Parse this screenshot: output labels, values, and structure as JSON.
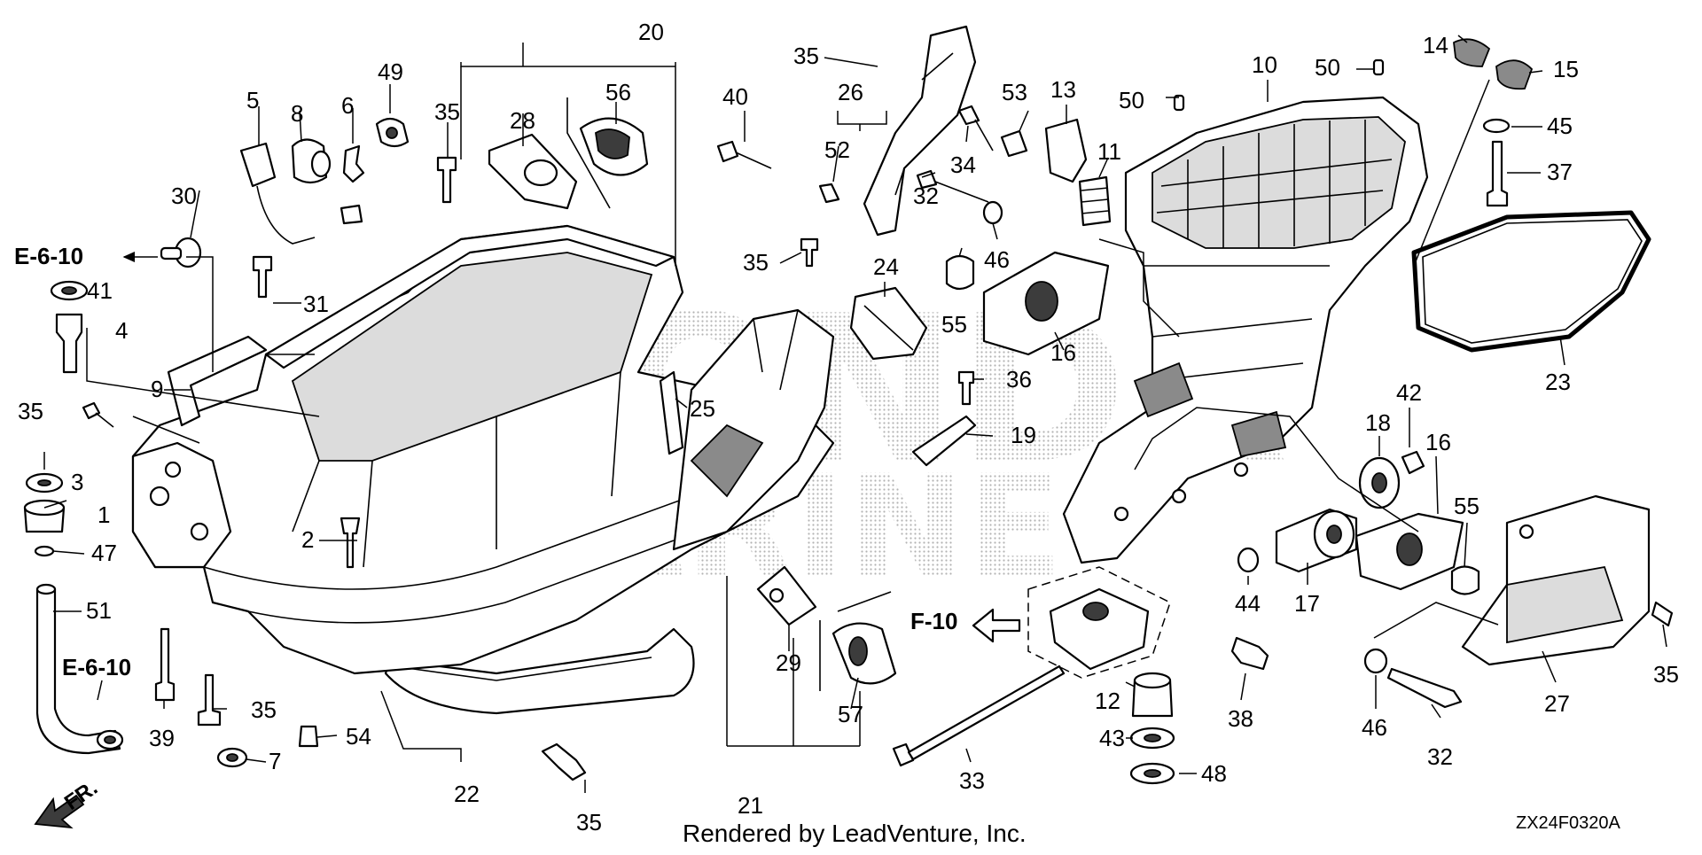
{
  "diagram": {
    "part_labels": [
      {
        "id": "20",
        "text": "20"
      },
      {
        "id": "56",
        "text": "56"
      },
      {
        "id": "28",
        "text": "28"
      },
      {
        "id": "49",
        "text": "49"
      },
      {
        "id": "5",
        "text": "5"
      },
      {
        "id": "8",
        "text": "8"
      },
      {
        "id": "6",
        "text": "6"
      },
      {
        "id": "35a",
        "text": "35"
      },
      {
        "id": "30",
        "text": "30"
      },
      {
        "id": "41",
        "text": "41"
      },
      {
        "id": "4",
        "text": "4"
      },
      {
        "id": "31",
        "text": "31"
      },
      {
        "id": "9",
        "text": "9"
      },
      {
        "id": "35b",
        "text": "35"
      },
      {
        "id": "3",
        "text": "3"
      },
      {
        "id": "1",
        "text": "1"
      },
      {
        "id": "47",
        "text": "47"
      },
      {
        "id": "51",
        "text": "51"
      },
      {
        "id": "2",
        "text": "2"
      },
      {
        "id": "39",
        "text": "39"
      },
      {
        "id": "35c",
        "text": "35"
      },
      {
        "id": "7",
        "text": "7"
      },
      {
        "id": "54",
        "text": "54"
      },
      {
        "id": "22",
        "text": "22"
      },
      {
        "id": "35d",
        "text": "35"
      },
      {
        "id": "21",
        "text": "21"
      },
      {
        "id": "29",
        "text": "29"
      },
      {
        "id": "57",
        "text": "57"
      },
      {
        "id": "25",
        "text": "25"
      },
      {
        "id": "24",
        "text": "24"
      },
      {
        "id": "35e",
        "text": "35"
      },
      {
        "id": "40",
        "text": "40"
      },
      {
        "id": "26",
        "text": "26"
      },
      {
        "id": "52",
        "text": "52"
      },
      {
        "id": "35f",
        "text": "35"
      },
      {
        "id": "53",
        "text": "53"
      },
      {
        "id": "13",
        "text": "13"
      },
      {
        "id": "34",
        "text": "34"
      },
      {
        "id": "11",
        "text": "11"
      },
      {
        "id": "32a",
        "text": "32"
      },
      {
        "id": "46a",
        "text": "46"
      },
      {
        "id": "55a",
        "text": "55"
      },
      {
        "id": "16a",
        "text": "16"
      },
      {
        "id": "36",
        "text": "36"
      },
      {
        "id": "19",
        "text": "19"
      },
      {
        "id": "50a",
        "text": "50"
      },
      {
        "id": "10",
        "text": "10"
      },
      {
        "id": "50b",
        "text": "50"
      },
      {
        "id": "14",
        "text": "14"
      },
      {
        "id": "15",
        "text": "15"
      },
      {
        "id": "45",
        "text": "45"
      },
      {
        "id": "37",
        "text": "37"
      },
      {
        "id": "23",
        "text": "23"
      },
      {
        "id": "42",
        "text": "42"
      },
      {
        "id": "18",
        "text": "18"
      },
      {
        "id": "16b",
        "text": "16"
      },
      {
        "id": "55b",
        "text": "55"
      },
      {
        "id": "44",
        "text": "44"
      },
      {
        "id": "17",
        "text": "17"
      },
      {
        "id": "38",
        "text": "38"
      },
      {
        "id": "12",
        "text": "12"
      },
      {
        "id": "43",
        "text": "43"
      },
      {
        "id": "48",
        "text": "48"
      },
      {
        "id": "33",
        "text": "33"
      },
      {
        "id": "46b",
        "text": "46"
      },
      {
        "id": "32b",
        "text": "32"
      },
      {
        "id": "27",
        "text": "27"
      },
      {
        "id": "35g",
        "text": "35"
      }
    ],
    "refs": {
      "e610_top": "E-6-10",
      "e610_bottom": "E-6-10",
      "f10": "F-10"
    },
    "direction_marker": "FR.",
    "credit": "Rendered by LeadVenture, Inc.",
    "diagram_code": "ZX24F0320A",
    "watermark_lines": [
      "HONDA",
      "MARINE"
    ]
  }
}
